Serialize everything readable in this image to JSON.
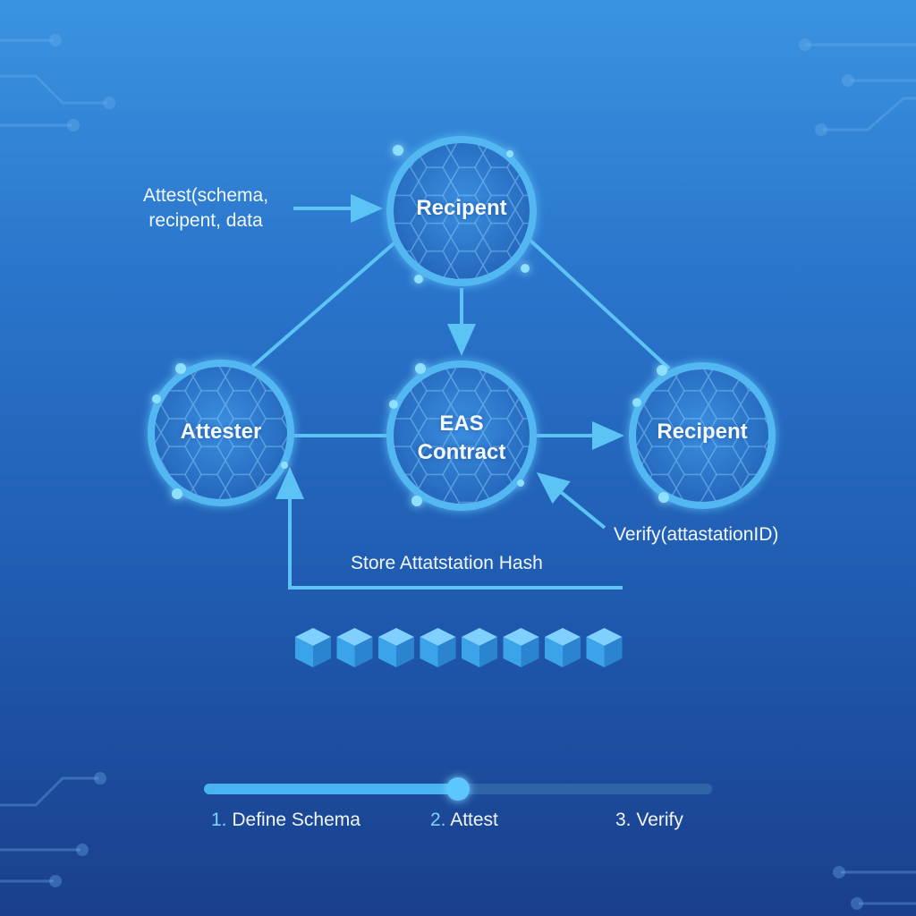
{
  "nodes": {
    "recipient_top": "Recipent",
    "attester": "Attester",
    "eas_contract_line1": "EAS",
    "eas_contract_line2": "Contract",
    "recipient_right": "Recipent"
  },
  "annotations": {
    "attest_call_line1": "Attest(schema,",
    "attest_call_line2": "recipent, data",
    "verify_call": "Verify(attastationID)",
    "store_hash": "Store Attatstation Hash"
  },
  "blockchain": {
    "block_count": 8
  },
  "progress": {
    "value_fraction": 0.5,
    "steps": [
      {
        "num": "1.",
        "label": "Define Schema"
      },
      {
        "num": "2.",
        "label": "Attest"
      },
      {
        "num": "3.",
        "label": "Verify"
      }
    ]
  },
  "colors": {
    "accent": "#6cc8ff",
    "line": "#5cc3f5",
    "node_fill": "#2f7fcf"
  }
}
